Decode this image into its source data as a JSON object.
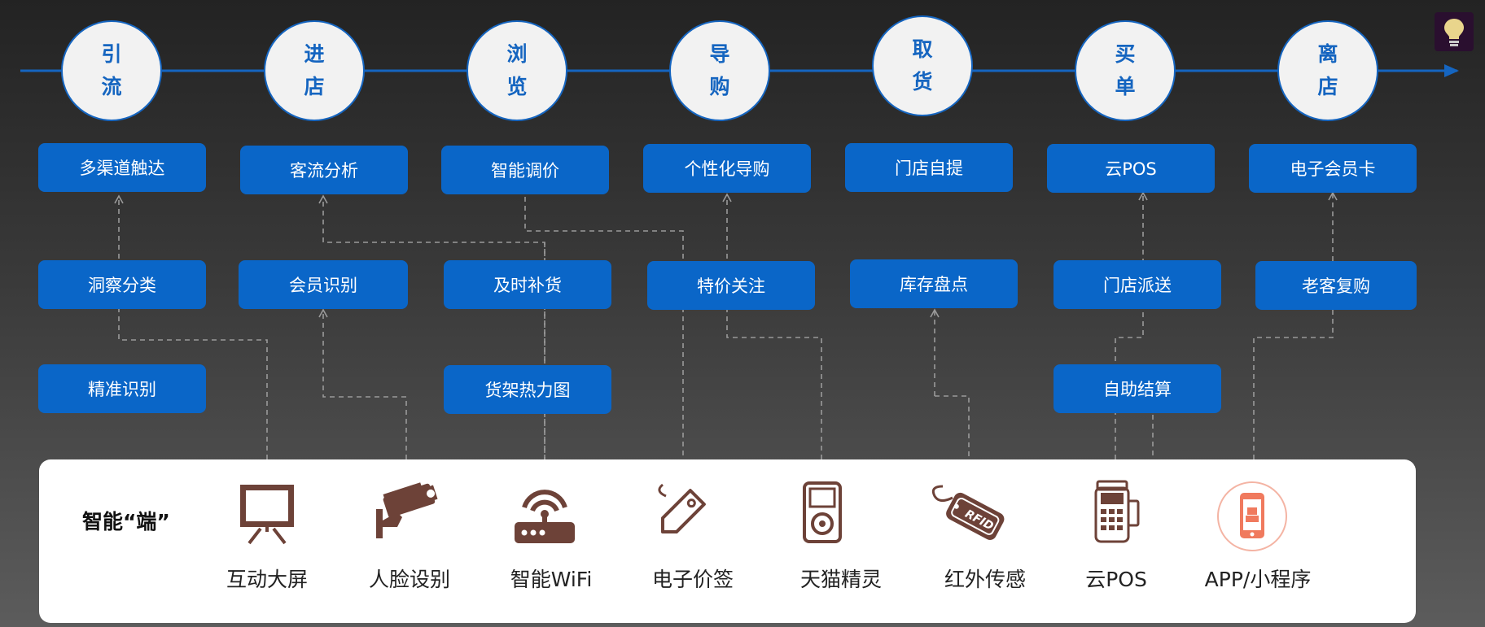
{
  "stages": [
    {
      "line1": "引",
      "line2": "流"
    },
    {
      "line1": "进",
      "line2": "店"
    },
    {
      "line1": "浏",
      "line2": "览"
    },
    {
      "line1": "导",
      "line2": "购"
    },
    {
      "line1": "取",
      "line2": "货"
    },
    {
      "line1": "买",
      "line2": "单"
    },
    {
      "line1": "离",
      "line2": "店"
    }
  ],
  "functions": {
    "row1": [
      "多渠道触达",
      "客流分析",
      "智能调价",
      "个性化导购",
      "门店自提",
      "云POS",
      "电子会员卡"
    ],
    "row2": [
      "洞察分类",
      "会员识别",
      "及时补货",
      "特价关注",
      "库存盘点",
      "门店派送",
      "老客复购"
    ],
    "row3": [
      "精准识别",
      "货架热力图",
      "自助结算"
    ]
  },
  "panel": {
    "title": "智能“端”",
    "devices": [
      {
        "label": "互动大屏",
        "icon": "easel-screen-icon"
      },
      {
        "label": "人脸设别",
        "icon": "security-camera-icon"
      },
      {
        "label": "智能WiFi",
        "icon": "wifi-router-icon"
      },
      {
        "label": "电子价签",
        "icon": "price-tag-icon"
      },
      {
        "label": "天猫精灵",
        "icon": "smart-speaker-icon"
      },
      {
        "label": "红外传感",
        "icon": "rfid-tag-icon"
      },
      {
        "label": "云POS",
        "icon": "pos-terminal-icon"
      },
      {
        "label": "APP/小程序",
        "icon": "mobile-app-icon"
      }
    ]
  },
  "colors": {
    "accent_blue": "#0a66c8",
    "timeline_blue": "#1565c0",
    "icon_brown": "#6d4238",
    "connector_gray": "#9a9a9a"
  }
}
